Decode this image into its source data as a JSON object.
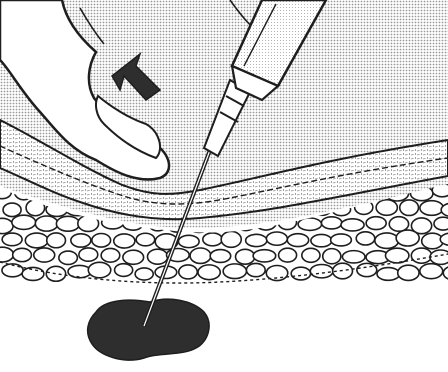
{
  "figure": {
    "labels": [],
    "elements": [
      "thumb",
      "arrow-icon",
      "syringe-barrel",
      "syringe-hub",
      "needle",
      "skin-layer",
      "fat-cell-layer",
      "blood-pool"
    ]
  },
  "colors": {
    "background": "#ffffff",
    "halftone": "#c9c9c9",
    "ink": "#1e1e1e",
    "dark_fill": "#2e2e2e",
    "skin_fill": "#dcdcdc"
  }
}
